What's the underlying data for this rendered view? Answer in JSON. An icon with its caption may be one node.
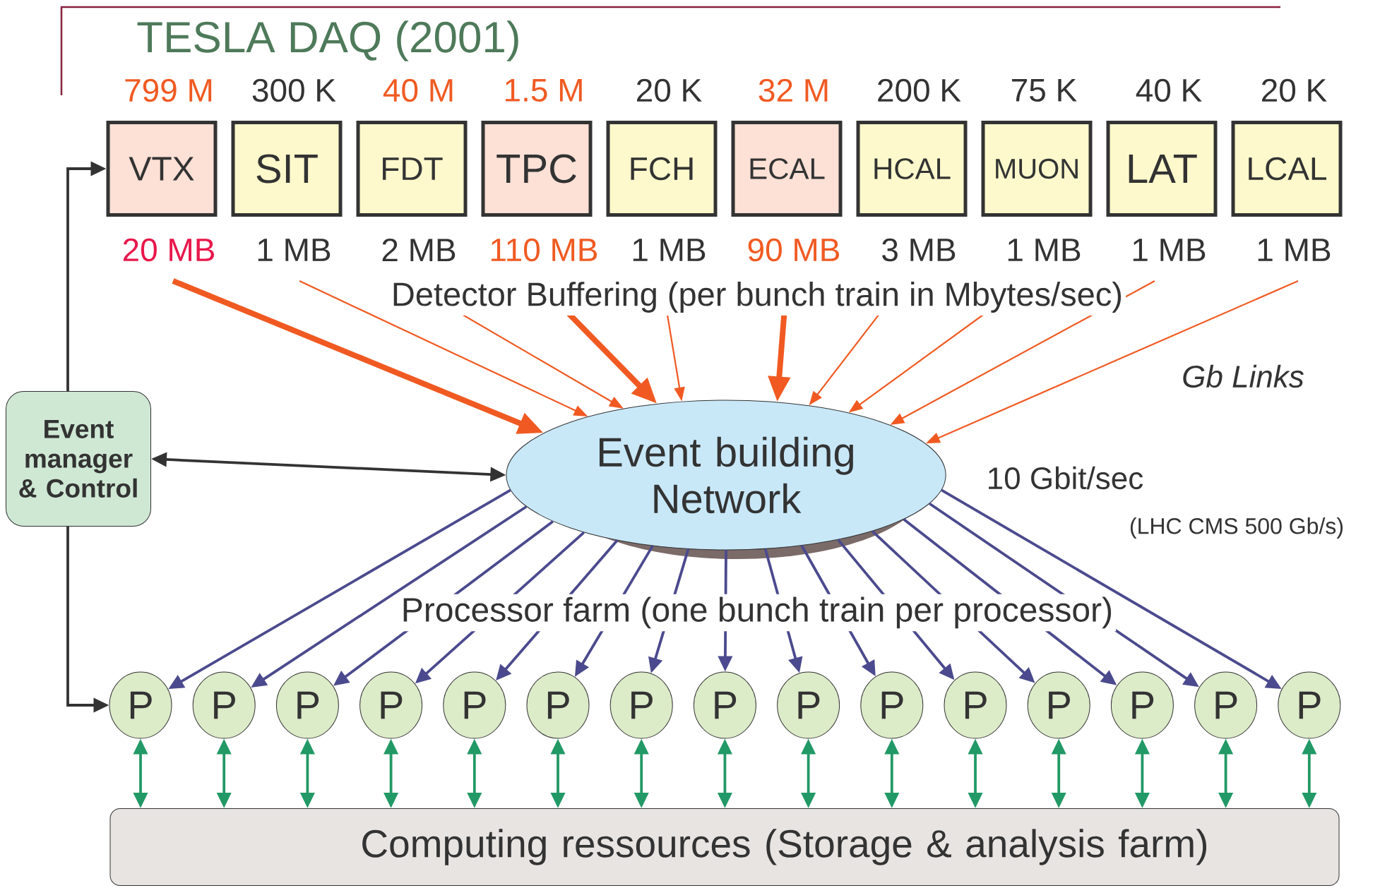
{
  "diagram": {
    "title": "TESLA DAQ (2001)",
    "nodes": [
      {
        "text": [
          "VTX"
        ],
        "beside": [
          "799 M",
          "20 MB"
        ]
      },
      {
        "text": [
          "SIT"
        ],
        "beside": [
          "300 K",
          "1 MB"
        ]
      },
      {
        "text": [
          "FDT"
        ],
        "beside": [
          "40 M",
          "2 MB"
        ]
      },
      {
        "text": [
          "TPC"
        ],
        "beside": [
          "1.5 M",
          "110 MB"
        ]
      },
      {
        "text": [
          "FCH"
        ],
        "beside": [
          "20 K",
          "1 MB"
        ]
      },
      {
        "text": [
          "ECAL"
        ],
        "beside": [
          "32 M",
          "90 MB"
        ]
      },
      {
        "text": [
          "HCAL"
        ],
        "beside": [
          "200 K",
          "3 MB"
        ]
      },
      {
        "text": [
          "MUON"
        ],
        "beside": [
          "75 K",
          "1 MB"
        ]
      },
      {
        "text": [
          "LAT"
        ],
        "beside": [
          "40 K",
          "1 MB"
        ]
      },
      {
        "text": [
          "LCAL"
        ],
        "beside": [
          "20 K",
          "1 MB"
        ]
      },
      {
        "text": [
          "Event manager & Control"
        ]
      },
      {
        "text": [
          "Event building Network"
        ]
      },
      {
        "text": [
          "P"
        ]
      },
      {
        "text": [
          "P"
        ]
      },
      {
        "text": [
          "P"
        ]
      },
      {
        "text": [
          "P"
        ]
      },
      {
        "text": [
          "P"
        ]
      },
      {
        "text": [
          "P"
        ]
      },
      {
        "text": [
          "P"
        ]
      },
      {
        "text": [
          "P"
        ]
      },
      {
        "text": [
          "P"
        ]
      },
      {
        "text": [
          "P"
        ]
      },
      {
        "text": [
          "P"
        ]
      },
      {
        "text": [
          "P"
        ]
      },
      {
        "text": [
          "P"
        ]
      },
      {
        "text": [
          "P"
        ]
      },
      {
        "text": [
          "P"
        ]
      },
      {
        "text": [
          "Computing ressources (Storage & analysis farm)"
        ]
      }
    ],
    "edges": [
      {
        "from": 0,
        "to": 11,
        "arrow": "to",
        "style": "thick",
        "color": "#f05a22"
      },
      {
        "from": 1,
        "to": 11,
        "arrow": "to",
        "color": "#f05a22"
      },
      {
        "from": 2,
        "to": 11,
        "arrow": "to",
        "color": "#f05a22"
      },
      {
        "from": 3,
        "to": 11,
        "arrow": "to",
        "style": "thick",
        "color": "#f05a22"
      },
      {
        "from": 4,
        "to": 11,
        "arrow": "to",
        "color": "#f05a22"
      },
      {
        "from": 5,
        "to": 11,
        "arrow": "to",
        "style": "thick",
        "color": "#f05a22"
      },
      {
        "from": 6,
        "to": 11,
        "arrow": "to",
        "color": "#f05a22"
      },
      {
        "from": 7,
        "to": 11,
        "arrow": "to",
        "color": "#f05a22"
      },
      {
        "from": 8,
        "to": 11,
        "arrow": "to",
        "color": "#f05a22"
      },
      {
        "from": 9,
        "to": 11,
        "arrow": "to",
        "color": "#f05a22"
      },
      {
        "from": 10,
        "to": 11,
        "arrow": "both",
        "color": "#333333"
      },
      {
        "from": 10,
        "to": 0,
        "arrow": "to",
        "color": "#333333"
      },
      {
        "from": 10,
        "to": 12,
        "arrow": "to",
        "color": "#333333"
      },
      {
        "from": 11,
        "to": 12,
        "arrow": "to"
      },
      {
        "from": 11,
        "to": 13,
        "arrow": "to"
      },
      {
        "from": 11,
        "to": 14,
        "arrow": "to"
      },
      {
        "from": 11,
        "to": 15,
        "arrow": "to"
      },
      {
        "from": 11,
        "to": 16,
        "arrow": "to"
      },
      {
        "from": 11,
        "to": 17,
        "arrow": "to"
      },
      {
        "from": 11,
        "to": 18,
        "arrow": "to"
      },
      {
        "from": 11,
        "to": 19,
        "arrow": "to"
      },
      {
        "from": 11,
        "to": 20,
        "arrow": "to"
      },
      {
        "from": 11,
        "to": 21,
        "arrow": "to"
      },
      {
        "from": 11,
        "to": 22,
        "arrow": "to"
      },
      {
        "from": 11,
        "to": 23,
        "arrow": "to"
      },
      {
        "from": 11,
        "to": 24,
        "arrow": "to"
      },
      {
        "from": 11,
        "to": 25,
        "arrow": "to"
      },
      {
        "from": 11,
        "to": 26,
        "arrow": "to"
      },
      {
        "from": 12,
        "to": 27,
        "arrow": "both",
        "color": "#229966"
      },
      {
        "from": 13,
        "to": 27,
        "arrow": "both",
        "color": "#229966"
      },
      {
        "from": 14,
        "to": 27,
        "arrow": "both",
        "color": "#229966"
      },
      {
        "from": 15,
        "to": 27,
        "arrow": "both",
        "color": "#229966"
      },
      {
        "from": 16,
        "to": 27,
        "arrow": "both",
        "color": "#229966"
      },
      {
        "from": 17,
        "to": 27,
        "arrow": "both",
        "color": "#229966"
      },
      {
        "from": 18,
        "to": 27,
        "arrow": "both",
        "color": "#229966"
      },
      {
        "from": 19,
        "to": 27,
        "arrow": "both",
        "color": "#229966"
      },
      {
        "from": 20,
        "to": 27,
        "arrow": "both",
        "color": "#229966"
      },
      {
        "from": 21,
        "to": 27,
        "arrow": "both",
        "color": "#229966"
      },
      {
        "from": 22,
        "to": 27,
        "arrow": "both",
        "color": "#229966"
      },
      {
        "from": 23,
        "to": 27,
        "arrow": "both",
        "color": "#229966"
      },
      {
        "from": 24,
        "to": 27,
        "arrow": "both",
        "color": "#229966"
      },
      {
        "from": 25,
        "to": 27,
        "arrow": "both",
        "color": "#229966"
      },
      {
        "from": 26,
        "to": 27,
        "arrow": "both",
        "color": "#229966"
      }
    ],
    "labels": [
      "Detector Buffering (per bunch train in Mbytes/sec)",
      "Gb Links",
      "10 Gbit/sec",
      "(LHC CMS 500 Gb/s)",
      "Processor farm (one bunch train per processor)"
    ]
  }
}
